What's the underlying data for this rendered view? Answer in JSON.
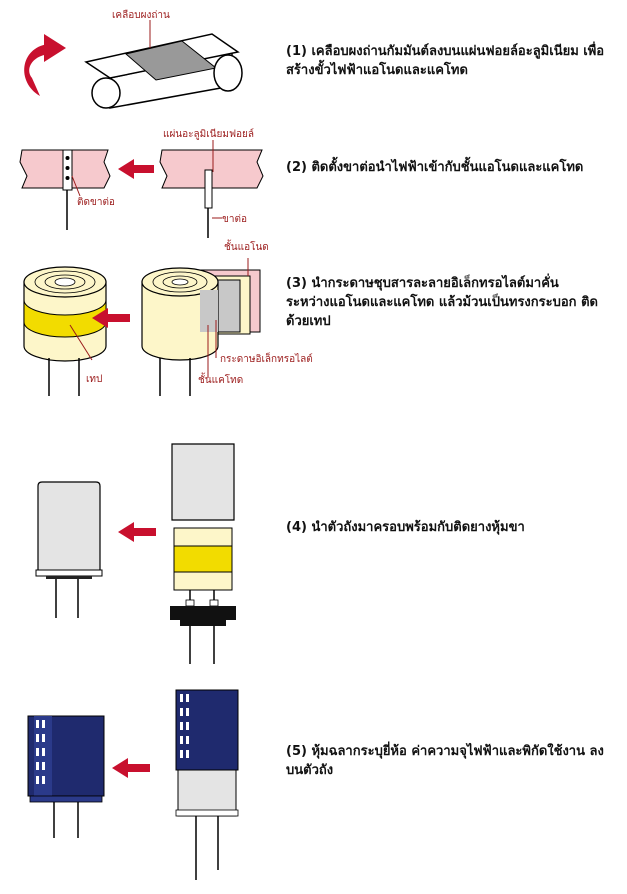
{
  "steps": [
    {
      "number": "(1)",
      "text": "เคลือบผงถ่านกัมมันต์ลงบนแผ่นฟอยล์อะลูมิเนียม เพื่อสร้างขั้วไฟฟ้าแอโนดและแคโทด",
      "labels": {
        "coating": "เคลือบผงถ่าน"
      }
    },
    {
      "number": "(2)",
      "text": "ติดตั้งขาต่อนำไฟฟ้าเข้ากับชั้นแอโนดและแคโทด",
      "labels": {
        "foil": "แผ่นอะลูมิเนียมฟอยล์",
        "attach": "ติดขาต่อ",
        "lead": "ขาต่อ"
      }
    },
    {
      "number": "(3)",
      "text": "นำกระดาษชุบสารละลายอิเล็กทรอไลต์มาคั่น ระหว่างแอโนดและแคโทด แล้วม้วนเป็นทรงกระบอก ติดด้วยเทป",
      "labels": {
        "anode": "ชั้นแอโนด",
        "paper": "กระดาษอิเล็กทรอไลต์",
        "cathode": "ชั้นแคโทด",
        "tape": "เทป"
      }
    },
    {
      "number": "(4)",
      "text": "นำตัวถังมาครอบพร้อมกับติดยางหุ้มขา",
      "labels": {}
    },
    {
      "number": "(5)",
      "text": "หุ้มฉลากระบุยี่ห้อ ค่าความจุไฟฟ้าและพิกัดใช้งาน ลงบนตัวถัง",
      "labels": {}
    }
  ],
  "colors": {
    "arrow": "#c8102e",
    "label": "#9b1b1b",
    "foil": "#f6c9cd",
    "coating": "#9a9a9a",
    "paper_roll": "#fdf6c9",
    "tape": "#f2dc00",
    "case": "#e4e4e4",
    "sleeve": "#1f2a6e",
    "rubber": "#111111"
  }
}
